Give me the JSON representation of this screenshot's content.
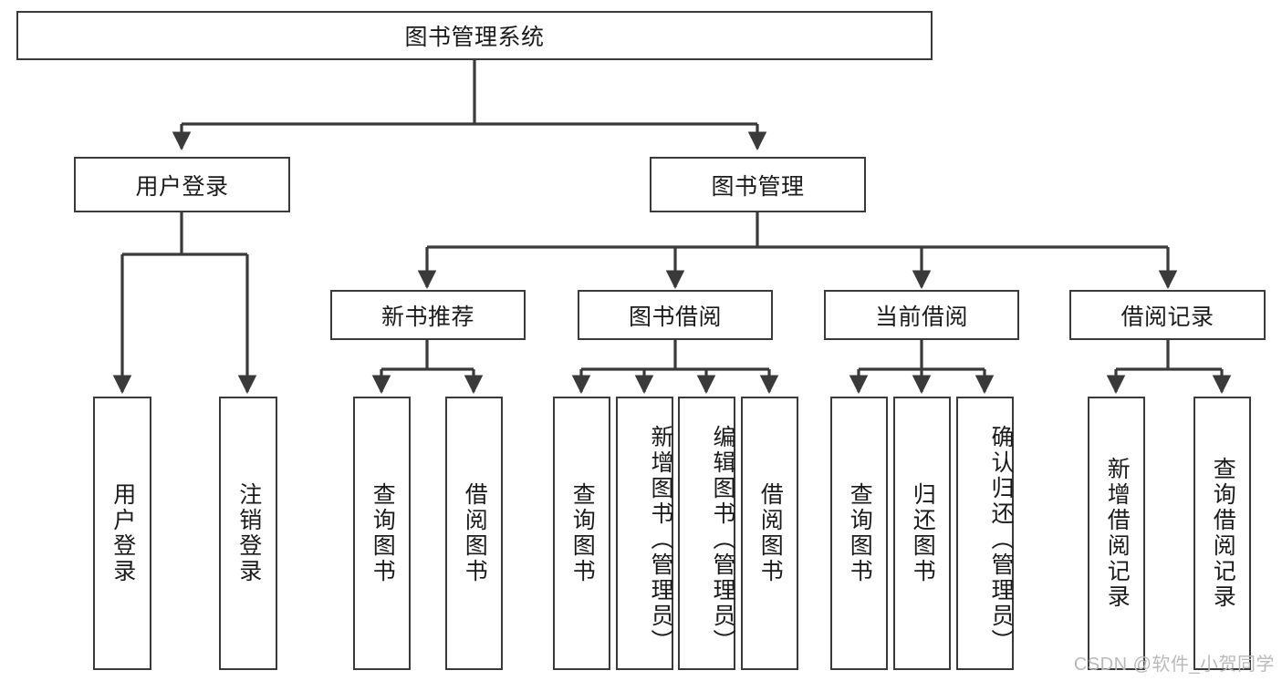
{
  "diagram": {
    "title": "图书管理系统",
    "style": {
      "box_border_color": "#3a3a3a",
      "box_fill_color": "#ffffff",
      "line_color": "#3a3a3a",
      "background_color": "#ffffff",
      "watermark_color": "#b9b9b9"
    },
    "root": {
      "label": "图书管理系统"
    },
    "level2": [
      {
        "label": "用户登录"
      },
      {
        "label": "图书管理"
      }
    ],
    "level3": [
      {
        "label": "新书推荐"
      },
      {
        "label": "图书借阅"
      },
      {
        "label": "当前借阅"
      },
      {
        "label": "借阅记录"
      }
    ],
    "leaves": {
      "user_login": [
        {
          "label": "用户登录"
        },
        {
          "label": "注销登录"
        }
      ],
      "new_book_recommend": [
        {
          "label": "查询图书"
        },
        {
          "label": "借阅图书"
        }
      ],
      "book_borrow": [
        {
          "label": "查询图书"
        },
        {
          "label": "新增图书（管理员）"
        },
        {
          "label": "编辑图书（管理员）"
        },
        {
          "label": "借阅图书"
        }
      ],
      "current_borrow": [
        {
          "label": "查询图书"
        },
        {
          "label": "归还图书"
        },
        {
          "label": "确认归还（管理员）"
        }
      ],
      "borrow_record": [
        {
          "label": "新增借阅记录"
        },
        {
          "label": "查询借阅记录"
        }
      ]
    }
  },
  "watermark": {
    "text": "CSDN @软件_小贺同学"
  }
}
